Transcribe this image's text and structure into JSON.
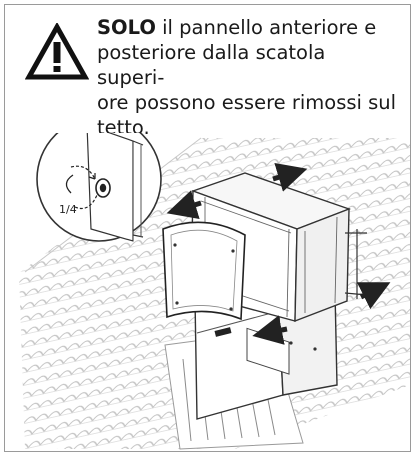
{
  "warning": {
    "icon": "warning-triangle-icon",
    "emphasis": "SOLO",
    "lines": [
      " il pannello anteriore e",
      "posteriore dalla scatola superi-",
      "ore possono essere rimossi sul",
      "tetto."
    ]
  },
  "illustration": {
    "rotation_label": "1/4",
    "icons": [
      "roof-tiles",
      "ventilation-unit-box",
      "removable-panel",
      "screw-detail-magnifier",
      "rotation-arrow-icon",
      "direction-arrow-icon"
    ]
  }
}
